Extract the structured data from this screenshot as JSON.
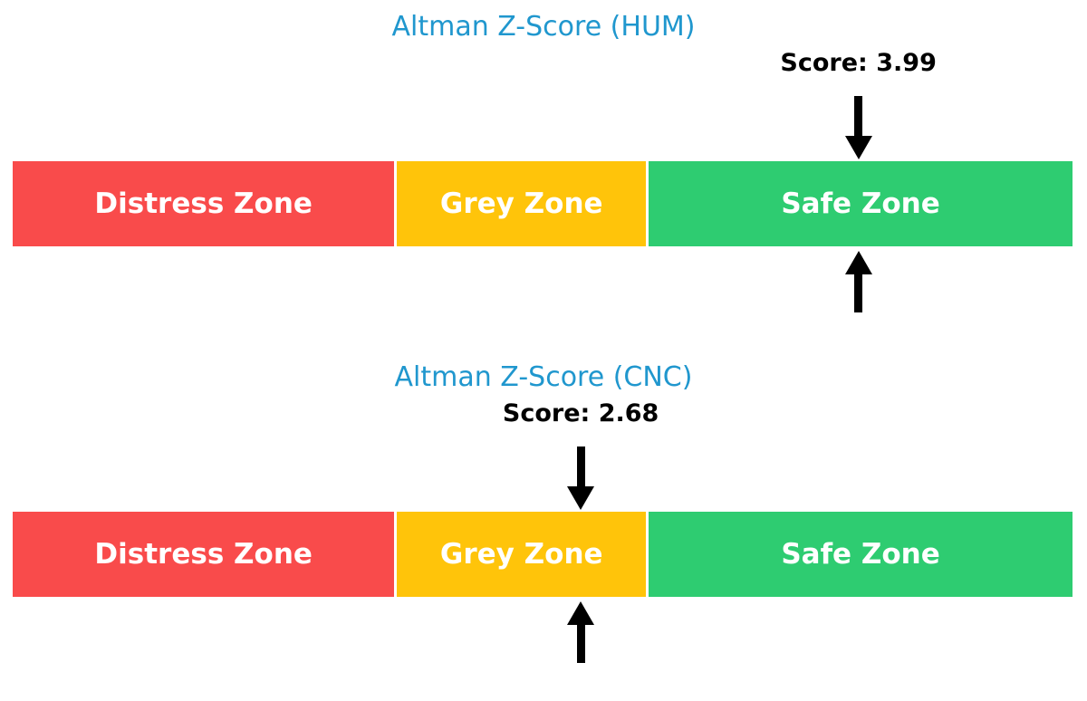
{
  "page": {
    "background_color": "#FFFFFF"
  },
  "chart_data": [
    {
      "type": "bar",
      "subtype": "zone-indicator-bar",
      "title": "Altman Z-Score (HUM)",
      "title_color": "#2097CE",
      "score": 3.99,
      "score_label": "Score: 3.99",
      "score_text_color": "#000000",
      "axis_min": 0,
      "axis_max": 5,
      "grid": "off",
      "marker_style": "black arrow above and below bar at score position",
      "arrow_color": "#000000",
      "zone_label_color": "#FFFFFF",
      "zones": [
        {
          "label": "Distress Zone",
          "min": 0,
          "max": 1.81,
          "color": "#F94B4B"
        },
        {
          "label": "Grey Zone",
          "min": 1.81,
          "max": 2.99,
          "color": "#FFC40A"
        },
        {
          "label": "Safe Zone",
          "min": 2.99,
          "max": 5,
          "color": "#2ECC71"
        }
      ]
    },
    {
      "type": "bar",
      "subtype": "zone-indicator-bar",
      "title": "Altman Z-Score (CNC)",
      "title_color": "#2097CE",
      "score": 2.68,
      "score_label": "Score: 2.68",
      "score_text_color": "#000000",
      "axis_min": 0,
      "axis_max": 5,
      "grid": "off",
      "marker_style": "black arrow above and below bar at score position",
      "arrow_color": "#000000",
      "zone_label_color": "#FFFFFF",
      "zones": [
        {
          "label": "Distress Zone",
          "min": 0,
          "max": 1.81,
          "color": "#F94B4B"
        },
        {
          "label": "Grey Zone",
          "min": 1.81,
          "max": 2.99,
          "color": "#FFC40A"
        },
        {
          "label": "Safe Zone",
          "min": 2.99,
          "max": 5,
          "color": "#2ECC71"
        }
      ]
    }
  ]
}
